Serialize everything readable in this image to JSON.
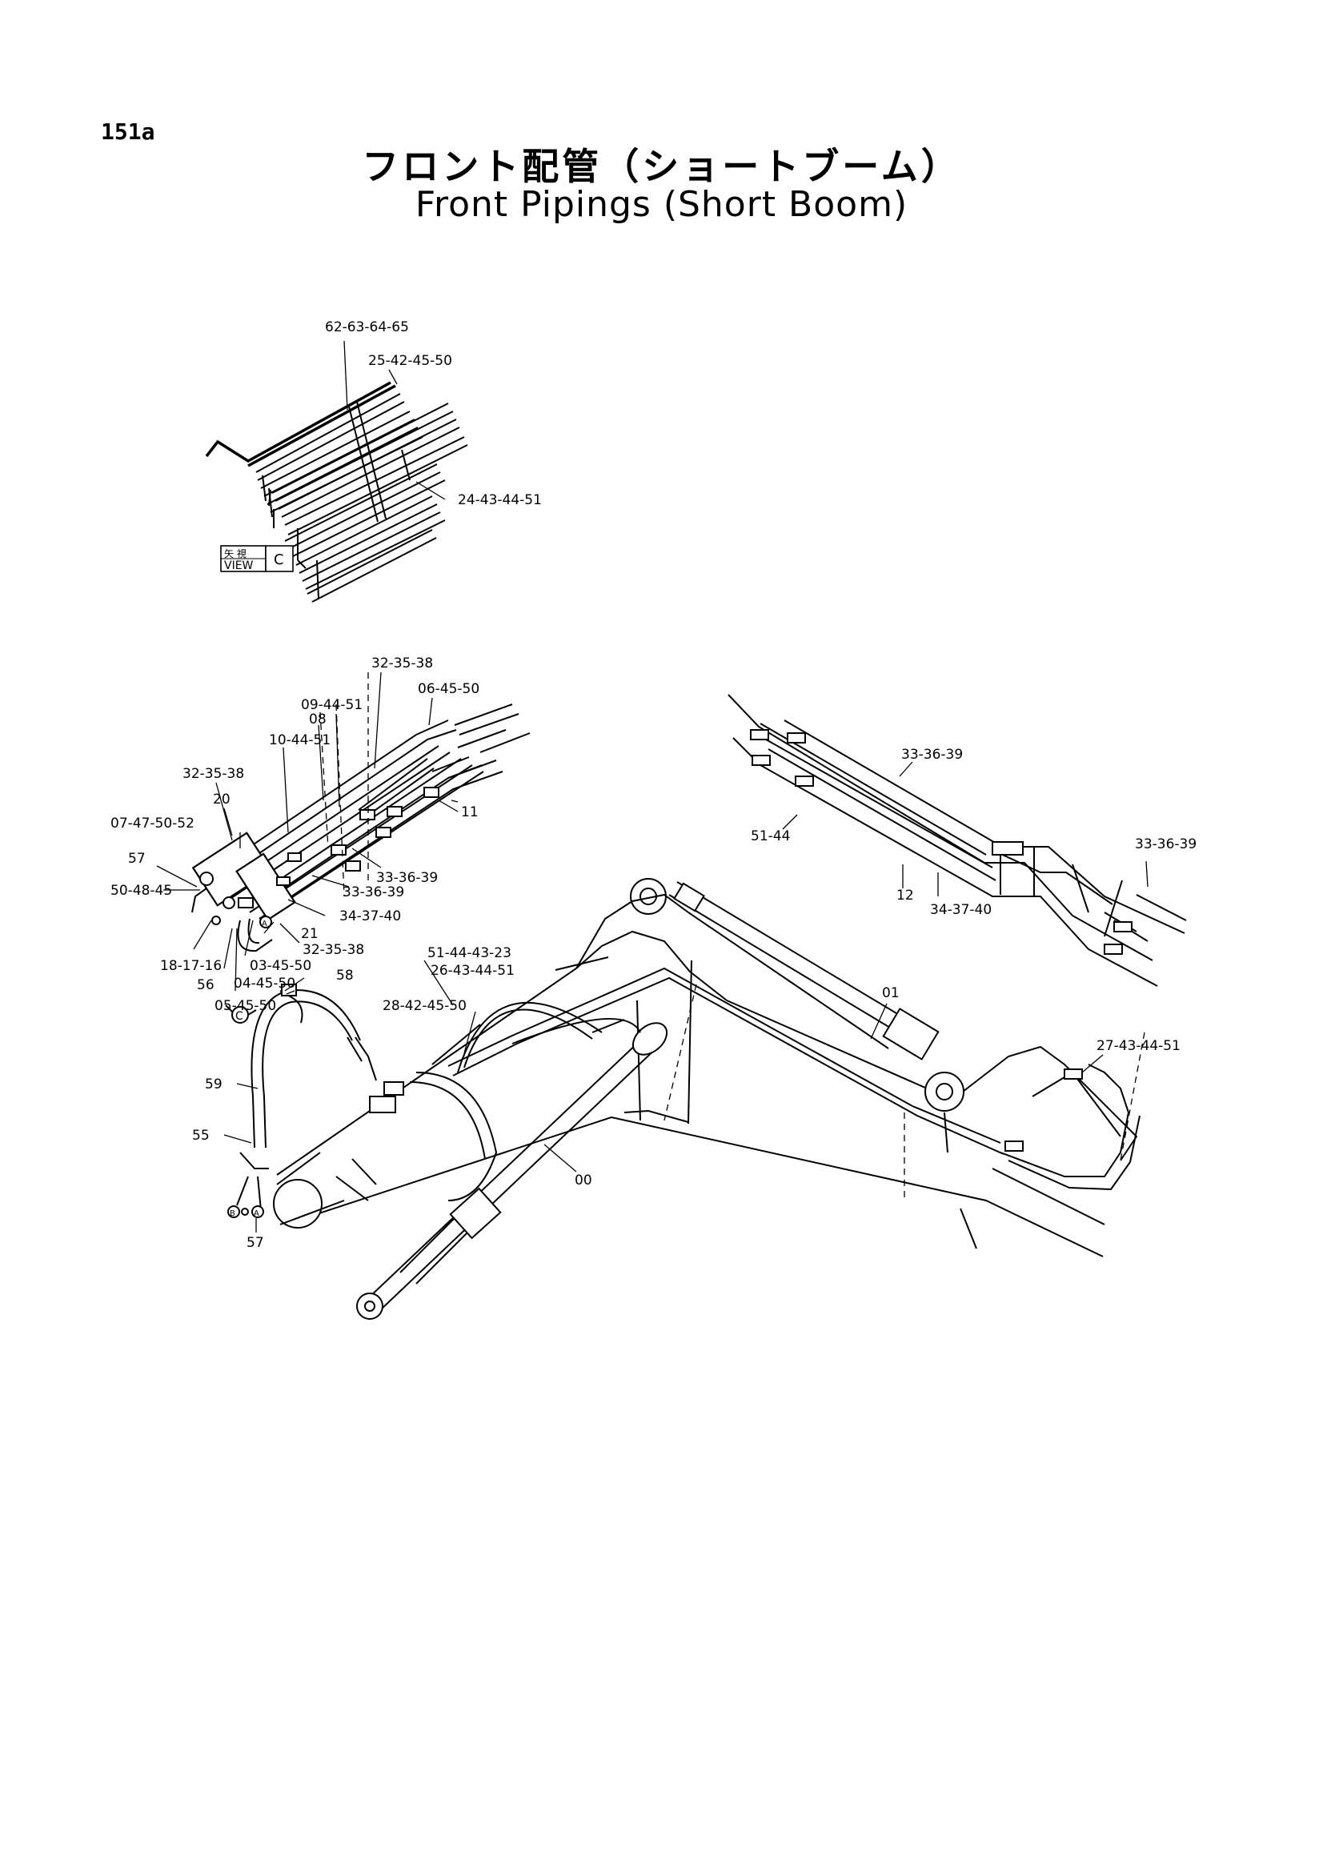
{
  "page": {
    "number": "151a",
    "title_jp": "フロント配管（ショートブーム）",
    "title_en": "Front Pipings (Short Boom)"
  },
  "view_c": {
    "box_jp": "矢 視",
    "box_en": "VIEW",
    "box_letter": "C",
    "labels": [
      "62-63-64-65",
      "25-42-45-50",
      "24-43-44-51"
    ]
  },
  "main_labels": {
    "l_32_35_38_top": "32-35-38",
    "l_06_45_50": "06-45-50",
    "l_09_44_51": "09-44-51",
    "l_08": "08",
    "l_10_44_51": "10-44-51",
    "l_32_35_38_left": "32-35-38",
    "l_20": "20",
    "l_07_47_50_52": "07-47-50-52",
    "l_57_left": "57",
    "l_50_48_45": "50-48-45",
    "l_11": "11",
    "l_33_36_39_a": "33-36-39",
    "l_33_36_39_b": "33-36-39",
    "l_34_37_40": "34-37-40",
    "l_21": "21",
    "l_32_35_38_low": "32-35-38",
    "l_18_17_16": "18-17-16",
    "l_03_45_50": "03-45-50",
    "l_04_45_50": "04-45-50",
    "l_56": "56",
    "l_05_45_50": "05-45-50",
    "l_58": "58",
    "l_51_44_43_23": "51-44-43-23",
    "l_26_43_44_51": "26-43-44-51",
    "l_28_42_45_50": "28-42-45-50",
    "l_59": "59",
    "l_55": "55",
    "l_57_bottom": "57",
    "l_00": "00",
    "l_01": "01",
    "l_27_43_44_51": "27-43-44-51"
  },
  "detail_labels": {
    "l_33_36_39_top": "33-36-39",
    "l_33_36_39_right": "33-36-39",
    "l_51_44": "51-44",
    "l_12": "12",
    "l_34_37_40": "34-37-40"
  },
  "markers": {
    "view_c_mark": "C",
    "circle_a": "A",
    "circle_b": "B",
    "circle_a2": "A"
  }
}
